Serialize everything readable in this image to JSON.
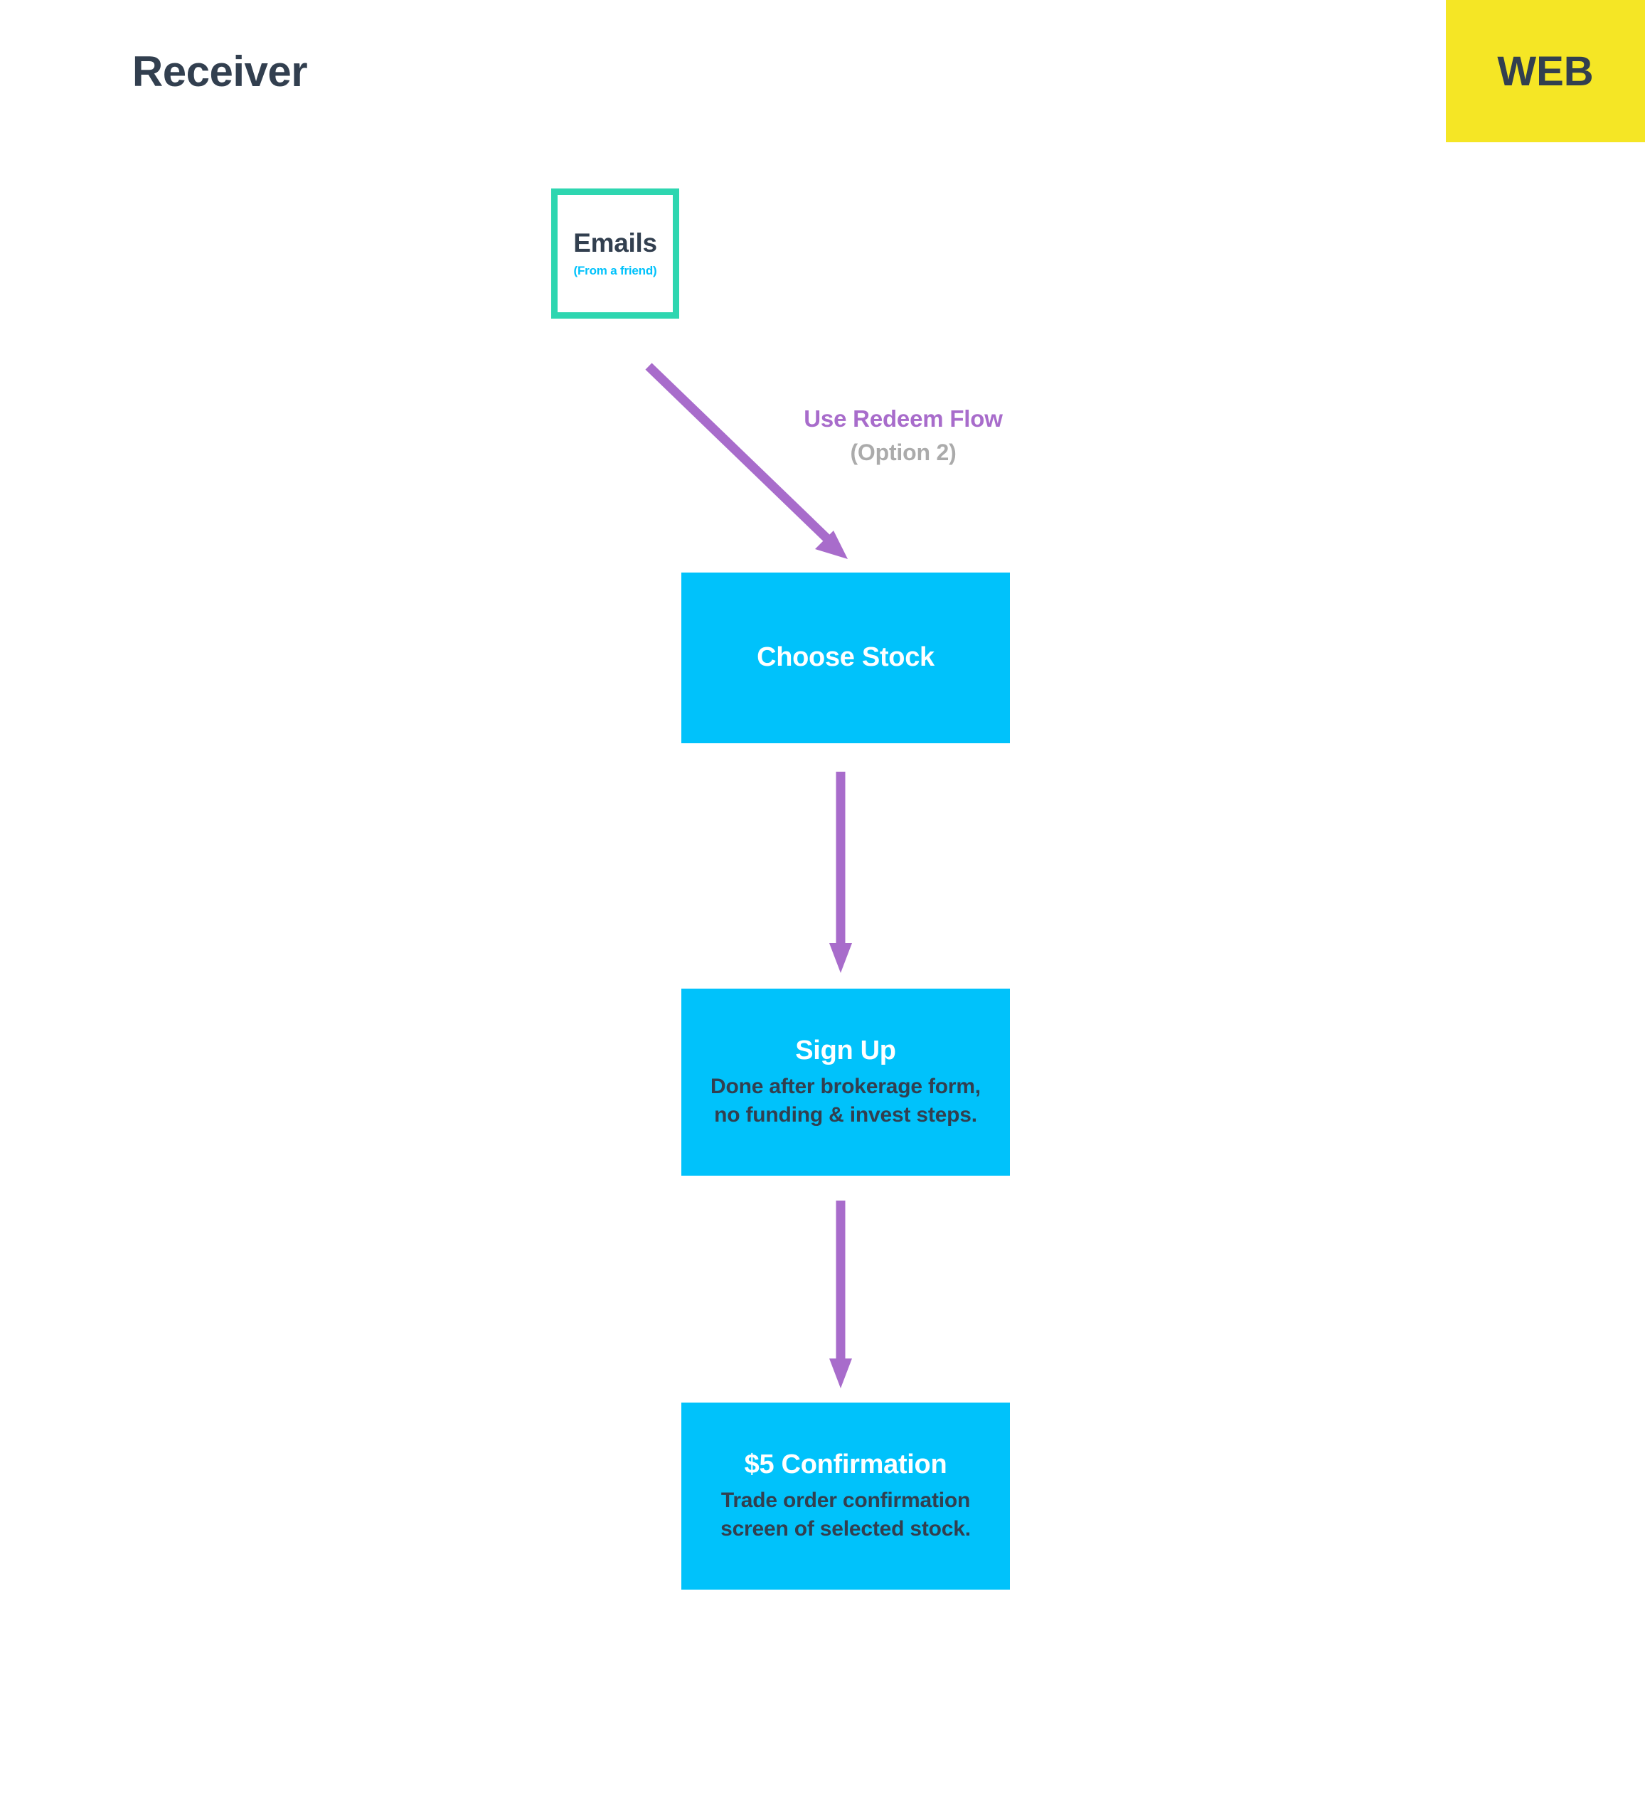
{
  "header": {
    "title": "Receiver",
    "platform": "WEB",
    "platform_bg": "#F5E625",
    "title_color": "#323F4F"
  },
  "colors": {
    "node_fill": "#00C2FB",
    "entry_border": "#2ED6B0",
    "arrow": "#A86CCB",
    "dark_text": "#323F4F",
    "muted_text": "#ABABAB"
  },
  "entry_node": {
    "title": "Emails",
    "subtitle": "(From a friend)"
  },
  "branch_label": {
    "primary": "Use Redeem Flow",
    "secondary": "(Option 2)"
  },
  "steps": [
    {
      "title": "Choose Stock",
      "description": ""
    },
    {
      "title": "Sign Up",
      "description": "Done after brokerage form,\nno funding & invest steps."
    },
    {
      "title": "$5 Confirmation",
      "description": "Trade order confirmation\nscreen of selected stock."
    }
  ]
}
